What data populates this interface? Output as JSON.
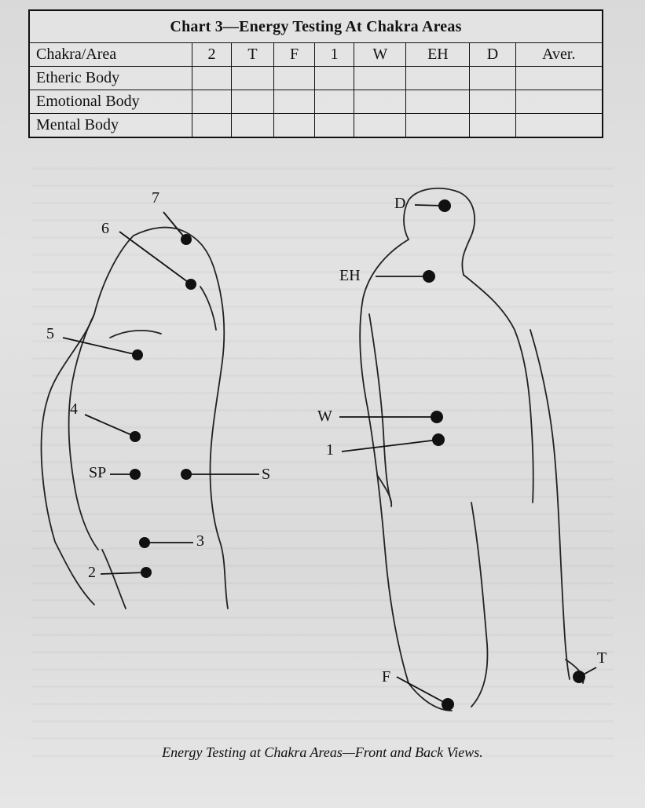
{
  "table": {
    "title": "Chart 3—Energy Testing At Chakra Areas",
    "headers": [
      "Chakra/Area",
      "2",
      "T",
      "F",
      "1",
      "W",
      "EH",
      "D",
      "Aver."
    ],
    "rows": [
      {
        "label": "Etheric Body"
      },
      {
        "label": "Emotional Body"
      },
      {
        "label": "Mental Body"
      }
    ]
  },
  "front_labels": {
    "p7": "7",
    "p6": "6",
    "p5": "5",
    "p4": "4",
    "sp": "SP",
    "s": "S",
    "p3": "3",
    "p2": "2"
  },
  "back_labels": {
    "d": "D",
    "eh": "EH",
    "w": "W",
    "p1": "1",
    "t": "T",
    "f": "F"
  },
  "caption": "Energy Testing at Chakra Areas—Front and Back Views."
}
